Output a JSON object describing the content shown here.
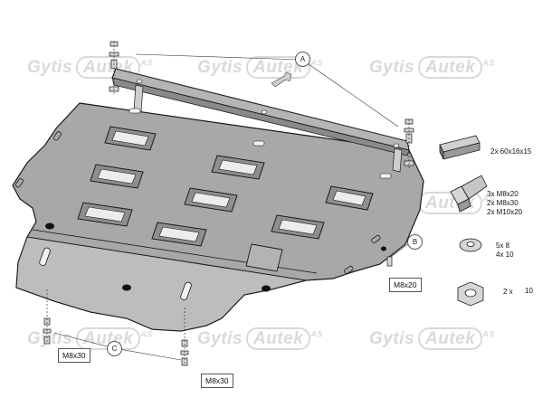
{
  "watermark": {
    "brand": "Gytis",
    "boxed": "Autek",
    "suffix": "AS"
  },
  "callouts": {
    "a": "A",
    "b": "B",
    "c": "C"
  },
  "labels": {
    "bolt_b": "M8x20",
    "bolt_c_left": "M8x30",
    "bolt_c_right": "M8x30"
  },
  "parts_list": {
    "bracket": "2x  60x16x15",
    "bolts": [
      "3x  M8x20",
      "2x  M8x30",
      "2x  M10x20"
    ],
    "washers": [
      "5x   8",
      "4x  10"
    ],
    "nuts": {
      "qty": "2 x",
      "size": "10"
    }
  },
  "colors": {
    "plate_fill": "#a8a8a8",
    "plate_front": "#b8b8b8",
    "outline": "#1a1a1a",
    "watermark": "#d9d9d9"
  }
}
